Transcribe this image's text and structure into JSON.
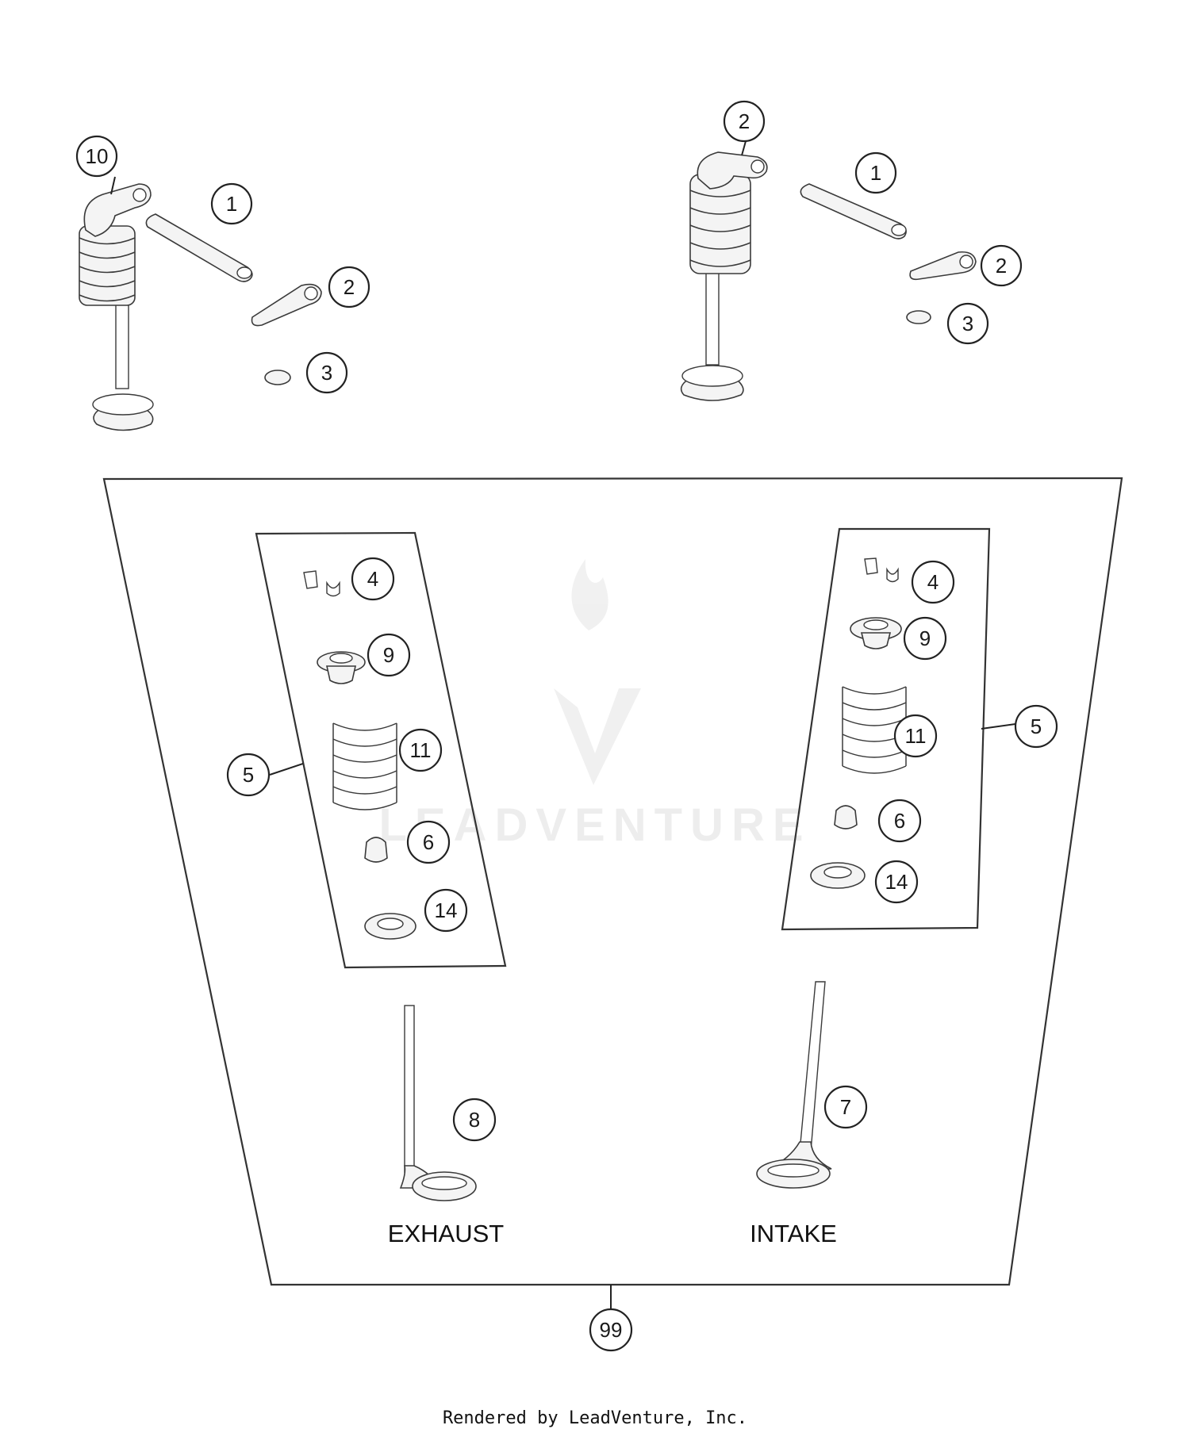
{
  "watermark": {
    "text": "LEADVENTURE"
  },
  "labels": {
    "exhaust": "EXHAUST",
    "intake": "INTAKE"
  },
  "footer": {
    "text": "Rendered by LeadVenture, Inc."
  },
  "callouts": {
    "left_rocker_assembly": "10",
    "left_rocker_shaft": "1",
    "left_rocker_arm": "2",
    "left_shim": "3",
    "right_rocker_assembly": "2",
    "right_rocker_shaft": "1",
    "right_rocker_arm": "2",
    "right_shim": "3",
    "exhaust_kit": "5",
    "exhaust_keepers": "4",
    "exhaust_retainer": "9",
    "exhaust_spring": "11",
    "exhaust_seal": "6",
    "exhaust_seat": "14",
    "intake_kit": "5",
    "intake_keepers": "4",
    "intake_retainer": "9",
    "intake_spring": "11",
    "intake_seal": "6",
    "intake_seat": "14",
    "exhaust_valve": "8",
    "intake_valve": "7",
    "complete_set": "99"
  }
}
